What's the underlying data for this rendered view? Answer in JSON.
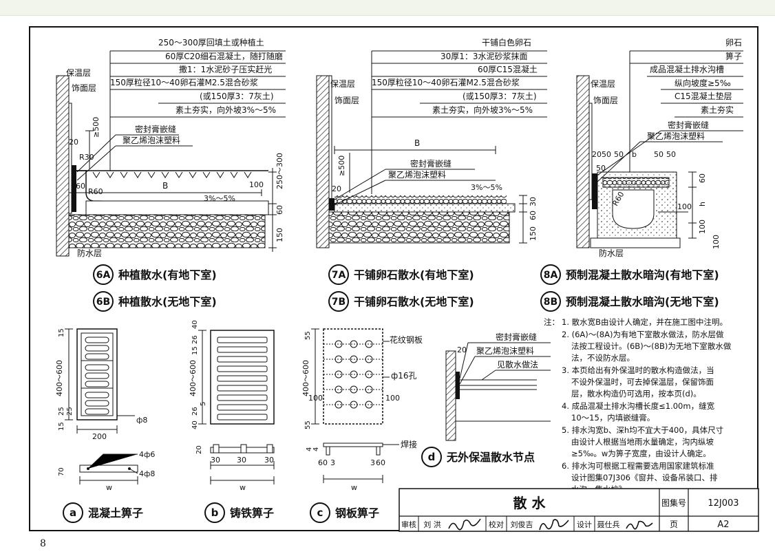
{
  "page_number": "8",
  "d6": {
    "layers": [
      "250～300厚回填土或种植土",
      "60厚C20细石混凝土，随打随磨",
      "撒1：1水泥砂子压实赶光",
      "150厚粒径10～40卵石灌M2.5混合砂浆",
      "(或150厚3：7灰土)",
      "素土夯实，向外坡3%～5%"
    ],
    "insulation": "保温层",
    "finish": "饰面层",
    "sealant": "密封膏嵌缝",
    "foam": "聚乙烯泡沫塑料",
    "waterproof": "防水层",
    "dims": {
      "d20": "20",
      "r30": "R30",
      "h500": "≥500",
      "d60": "60",
      "r60": "R60",
      "b": "B",
      "d100": "100",
      "slope": "3%～5%",
      "h250": "250～300",
      "h60": "60",
      "h150": "150"
    }
  },
  "d7": {
    "layers": [
      "干铺白色卵石",
      "30厚1：3水泥砂浆抹面",
      "60厚C15混凝土",
      "150厚粒径10～40卵石灌M2.5混合砂浆",
      "(或150厚3：7灰土)",
      "素土夯实，向外坡3%～5%"
    ],
    "insulation": "保温层",
    "finish": "饰面层",
    "sealant": "密封膏嵌缝",
    "foam": "聚乙烯泡沫塑料",
    "dims": {
      "b": "B",
      "h500": "≥500",
      "d20": "20",
      "slope": "3%～5%",
      "h30": "30",
      "h60": "60",
      "h150": "150"
    }
  },
  "d8": {
    "layers": [
      "卵石",
      "箅子",
      "成品混凝土排水沟槽",
      "纵向坡度≥5‰",
      "C15混凝土垫层",
      "素土夯实"
    ],
    "insulation": "保温层",
    "finish": "饰面层",
    "sealant": "密封膏嵌缝",
    "foam": "聚乙烯泡沫塑料",
    "waterproof": "防水层",
    "dims": {
      "d20": "20",
      "d50a": "50",
      "d50b": "50",
      "d50c": "50",
      "d50d": "50",
      "b": "b",
      "h60": "60",
      "h": "h",
      "h100a": "100",
      "h100b": "100",
      "r60": "R60",
      "d100": "100"
    }
  },
  "titles": [
    {
      "code": "6A",
      "text": "种植散水(有地下室)"
    },
    {
      "code": "6B",
      "text": "种植散水(无地下室)"
    },
    {
      "code": "7A",
      "text": "干铺卵石散水(有地下室)"
    },
    {
      "code": "7B",
      "text": "干铺卵石散水(无地下室)"
    },
    {
      "code": "8A",
      "text": "预制混凝土散水暗沟(有地下室)"
    },
    {
      "code": "8B",
      "text": "预制混凝土散水暗沟(无地下室)"
    }
  ],
  "grate_a": {
    "code": "a",
    "title": "混凝土箅子",
    "h": "400～600",
    "d15a": "15",
    "d25a": "25",
    "d25b": "25",
    "d15b": "15",
    "bar": "ф8",
    "w200": "200",
    "bars1": "4ф6",
    "bars2": "4ф8",
    "h70": "70",
    "w": "w"
  },
  "grate_b": {
    "code": "b",
    "title": "铸铁箅子",
    "h": "400～600",
    "d26": "26",
    "d40": "40",
    "d15": "15",
    "d5": "5",
    "d26b": "26",
    "d40b": "40",
    "d20": "20",
    "d30a": "30",
    "d30b": "30",
    "d30c": "30",
    "w": "w"
  },
  "grate_c": {
    "code": "c",
    "title": "钢板箅子",
    "h": "400～600",
    "d55a": "55",
    "d55b": "55",
    "plate": "花纹钢板",
    "hole": "ф16孔",
    "d100a": "100",
    "d100b": "100",
    "d4a": "4",
    "d4b": "4",
    "weld": "焊接",
    "d60a": "60",
    "d3a": "3",
    "d3b": "3",
    "d60b": "60",
    "w": "w"
  },
  "detail_d": {
    "code": "d",
    "title": "无外保温散水节点",
    "sealant": "密封膏嵌缝",
    "foam": "聚乙烯泡沫塑料",
    "ref": "见散水做法",
    "d20": "20"
  },
  "notes": {
    "label": "注：",
    "lines": [
      "1. 散水宽B由设计人确定，并在施工图中注明。",
      "2. (6A)～(8A)为有地下室散水做法，防水层做",
      "法按工程设计。(6B)～(8B)为无地下室散水做",
      "法，不设防水层。",
      "3. 本页给出有外保温时的散水构造做法，当",
      "不设外保温时，可去掉保温层，保留饰面",
      "层，散水构造仍可选用，按本页(d)。",
      "4. 成品混凝土排水沟槽长度≤1.00m，缝宽",
      "10～15，内填嵌缝膏。",
      "5. 排水沟宽b、深h均不宜大于400，具体尺寸",
      "由设计人根据当地雨水量确定，沟内纵坡",
      "≥5‰。w为箅子宽度，由设计人确定。",
      "6. 排水沟可根据工程需要选用国家建筑标准",
      "设计图集07J306《窗井、设备吊装口、排",
      "水沟、集水坑》。"
    ]
  },
  "titleblock": {
    "title": "散 水",
    "atlas_label": "图集号",
    "atlas_no": "12J003",
    "page_label": "页",
    "page_no": "A2",
    "review_label": "审核",
    "reviewer": "刘 洪",
    "check_label": "校对",
    "checker": "刘俊吉",
    "design_label": "设计",
    "designer": "聂仕兵"
  }
}
